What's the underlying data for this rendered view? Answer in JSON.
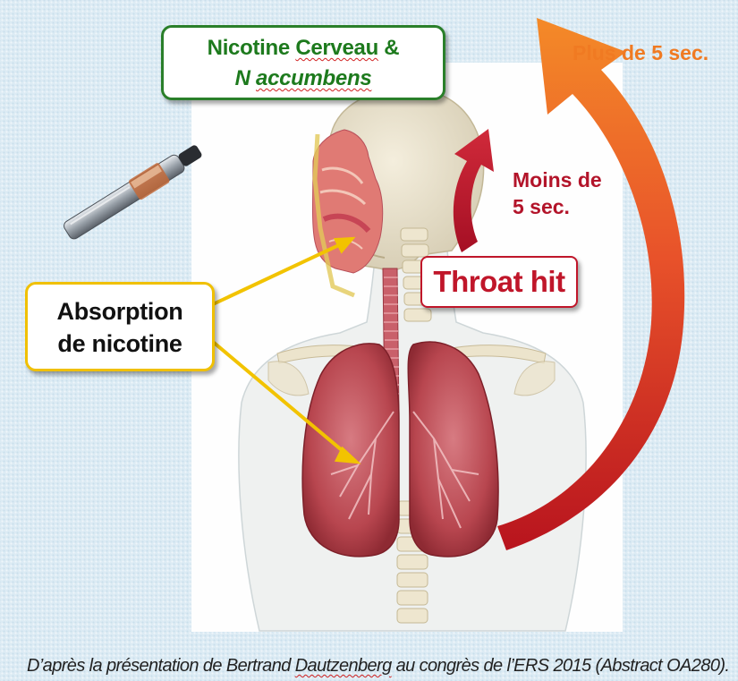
{
  "callouts": {
    "brain": {
      "line1": "Nicotine ",
      "line1_squiggle": "Cerveau",
      "line1_end": " &",
      "line2_start": "N ",
      "line2_squiggle": "accumbens"
    },
    "absorption": {
      "line1": "Absorption",
      "line2": "de nicotine"
    },
    "throat_hit": "Throat hit"
  },
  "timing": {
    "long": "Plus de 5 sec.",
    "short_line1": "Moins de",
    "short_line2": "5 sec."
  },
  "source": {
    "prefix": "D’après la présentation de Bertrand ",
    "name": "Dautzenberg",
    "suffix": " au congrès de l’ERS 2015 (Abstract OA280)."
  },
  "colors": {
    "brain_accent": "#2a7f2a",
    "absorption_accent": "#f0c000",
    "throat_accent": "#c0162a",
    "long_arrow": "#f07a22",
    "short_arrow": "#b3142a"
  },
  "icons": [
    "e-cigarette-icon",
    "anatomy-illustration"
  ]
}
